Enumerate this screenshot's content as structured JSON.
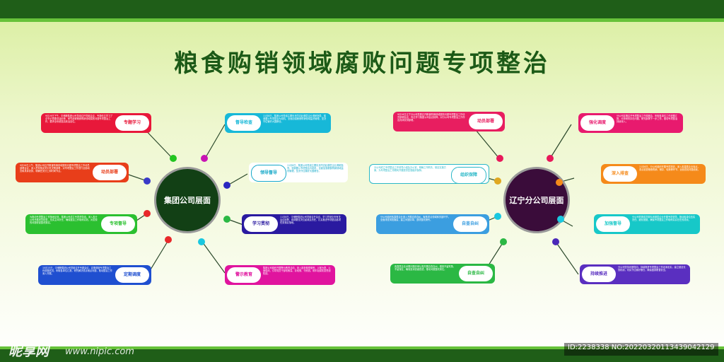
{
  "title": "粮食购销领域腐败问题专项整治",
  "left": {
    "hub": "集团公司层面",
    "cards": [
      {
        "label": "专题学习",
        "color": "#e8183a",
        "text": "9月19日下午，中储粮集团公司党组召开党组会议，专题传达学习了总书记重要讲话精神，研究部署粮食购销领域腐败问题专项整治工作，要求全系统提高政治站位。"
      },
      {
        "label": "动员部署",
        "color": "#e83e1a",
        "text": "9月26日上午，集团公司召开粮食购销领域腐败问题专项整治工作动员部署会议，深入贯彻落实党中央决策部署，对专项整治工作进行全面动员和具体安排，明确任务分工和时间节点。"
      },
      {
        "label": "专项督导",
        "color": "#2bc030",
        "text": "为推动专项整治工作落地见效，集团公司成立专项督导组，深入各分公司开展督导检查，压实主体责任，确保整治工作取得实效，对发现的问题督促整改落实。"
      },
      {
        "label": "定期调度",
        "color": "#1f4fd0",
        "text": "10月15日，中储粮集团公司党组召开专题会议，定期调度专项整治工作进展情况，听取各单位汇报，研究解决重点难点问题，推动整治工作深入开展。"
      },
      {
        "label": "督导检查",
        "color": "#e0148a",
        "text": "集团公司党组成员带队深入基层开展督导检查，实地了解专项整治工作开展情况，听取意见建议，推动解决实际问题。"
      },
      {
        "label": "领导督导",
        "color": "#17b8d8",
        "text": "11月8日，集团公司党组主要负责同志赴基层企业调研指导，强调要以专项整治为契机，全面加强粮食购销领域监督管理，坚决守住管好大国粮仓。"
      },
      {
        "label": "学习贯彻",
        "color": "#2a1aa0",
        "text": "11月8日，中储粮集团公司党组召开会议，学习贯彻中央有关会议精神，强调要坚决扛起政治责任，扎实推进专项整治各项任务落实落地。"
      },
      {
        "label": "警示教育",
        "color": "#e0149e",
        "text": "集团公司组织开展警示教育活动，深入剖析典型案例，以案为鉴、以案促改，引导党员干部知敬畏、存戒惧、守底线，筑牢拒腐防变思想防线。"
      }
    ]
  },
  "right": {
    "hub": "辽宁分公司层面",
    "cards": [
      {
        "label": "动员部署",
        "color": "#e81e60",
        "text": "9月26日辽宁分公司党委召开粮食购销领域腐败问题专项整治工作动员部署会议，传达学习集团公司会议精神，对分公司专项整治工作作出具体安排部署。"
      },
      {
        "label": "组织保障",
        "color": "#2bb8c8",
        "text": "分公司成立专项整治工作领导小组及办公室，明确工作职责，制定实施方案，为专项整治工作顺利开展提供坚强组织保障。"
      },
      {
        "label": "自查自纠",
        "color": "#3b9ee0",
        "text": "分公司组织各直属企业深入开展自查自纠，聚焦重点领域和关键环节，全面排查风险隐患，建立问题清单，逐项整改销号。"
      },
      {
        "label": "自查自纠",
        "color": "#2bb844",
        "text": "各直属企业对照问题清单认真开展自查自纠，做到不留死角、不留盲区，确保查深查细查透，推动问题整改到位。"
      },
      {
        "label": "强化调度",
        "color": "#e81a6e",
        "text": "分公司定期召开专项整治工作调度会，听取各单位工作进展汇报，分析研判存在问题，研究部署下一步工作，推动专项整治持续深入。"
      },
      {
        "label": "深入排查",
        "color": "#f58a1a",
        "text": "11月6日，分公司组织开展专项排查，深入各直属企业库点，重点检查粮食购销、储存、轮换等环节，全面查找问题线索。"
      },
      {
        "label": "加强督导",
        "color": "#17c8c8",
        "text": "分公司党委成员带队到基层企业开展专项督导，推动各单位压实责任、细化措施，确保专项整治工作取得实实在在的成效。"
      },
      {
        "label": "持续推进",
        "color": "#5a2fc0",
        "text": "分公司坚持问题导向，持续推进专项整治工作走深走实，建立健全长效机制，切实守住管好粮仓，确保国家粮食安全。"
      }
    ]
  },
  "watermark": {
    "logo": "昵享网",
    "url": "www.nipic.com",
    "id": "ID:2238338 NO:20220320113439042129"
  }
}
